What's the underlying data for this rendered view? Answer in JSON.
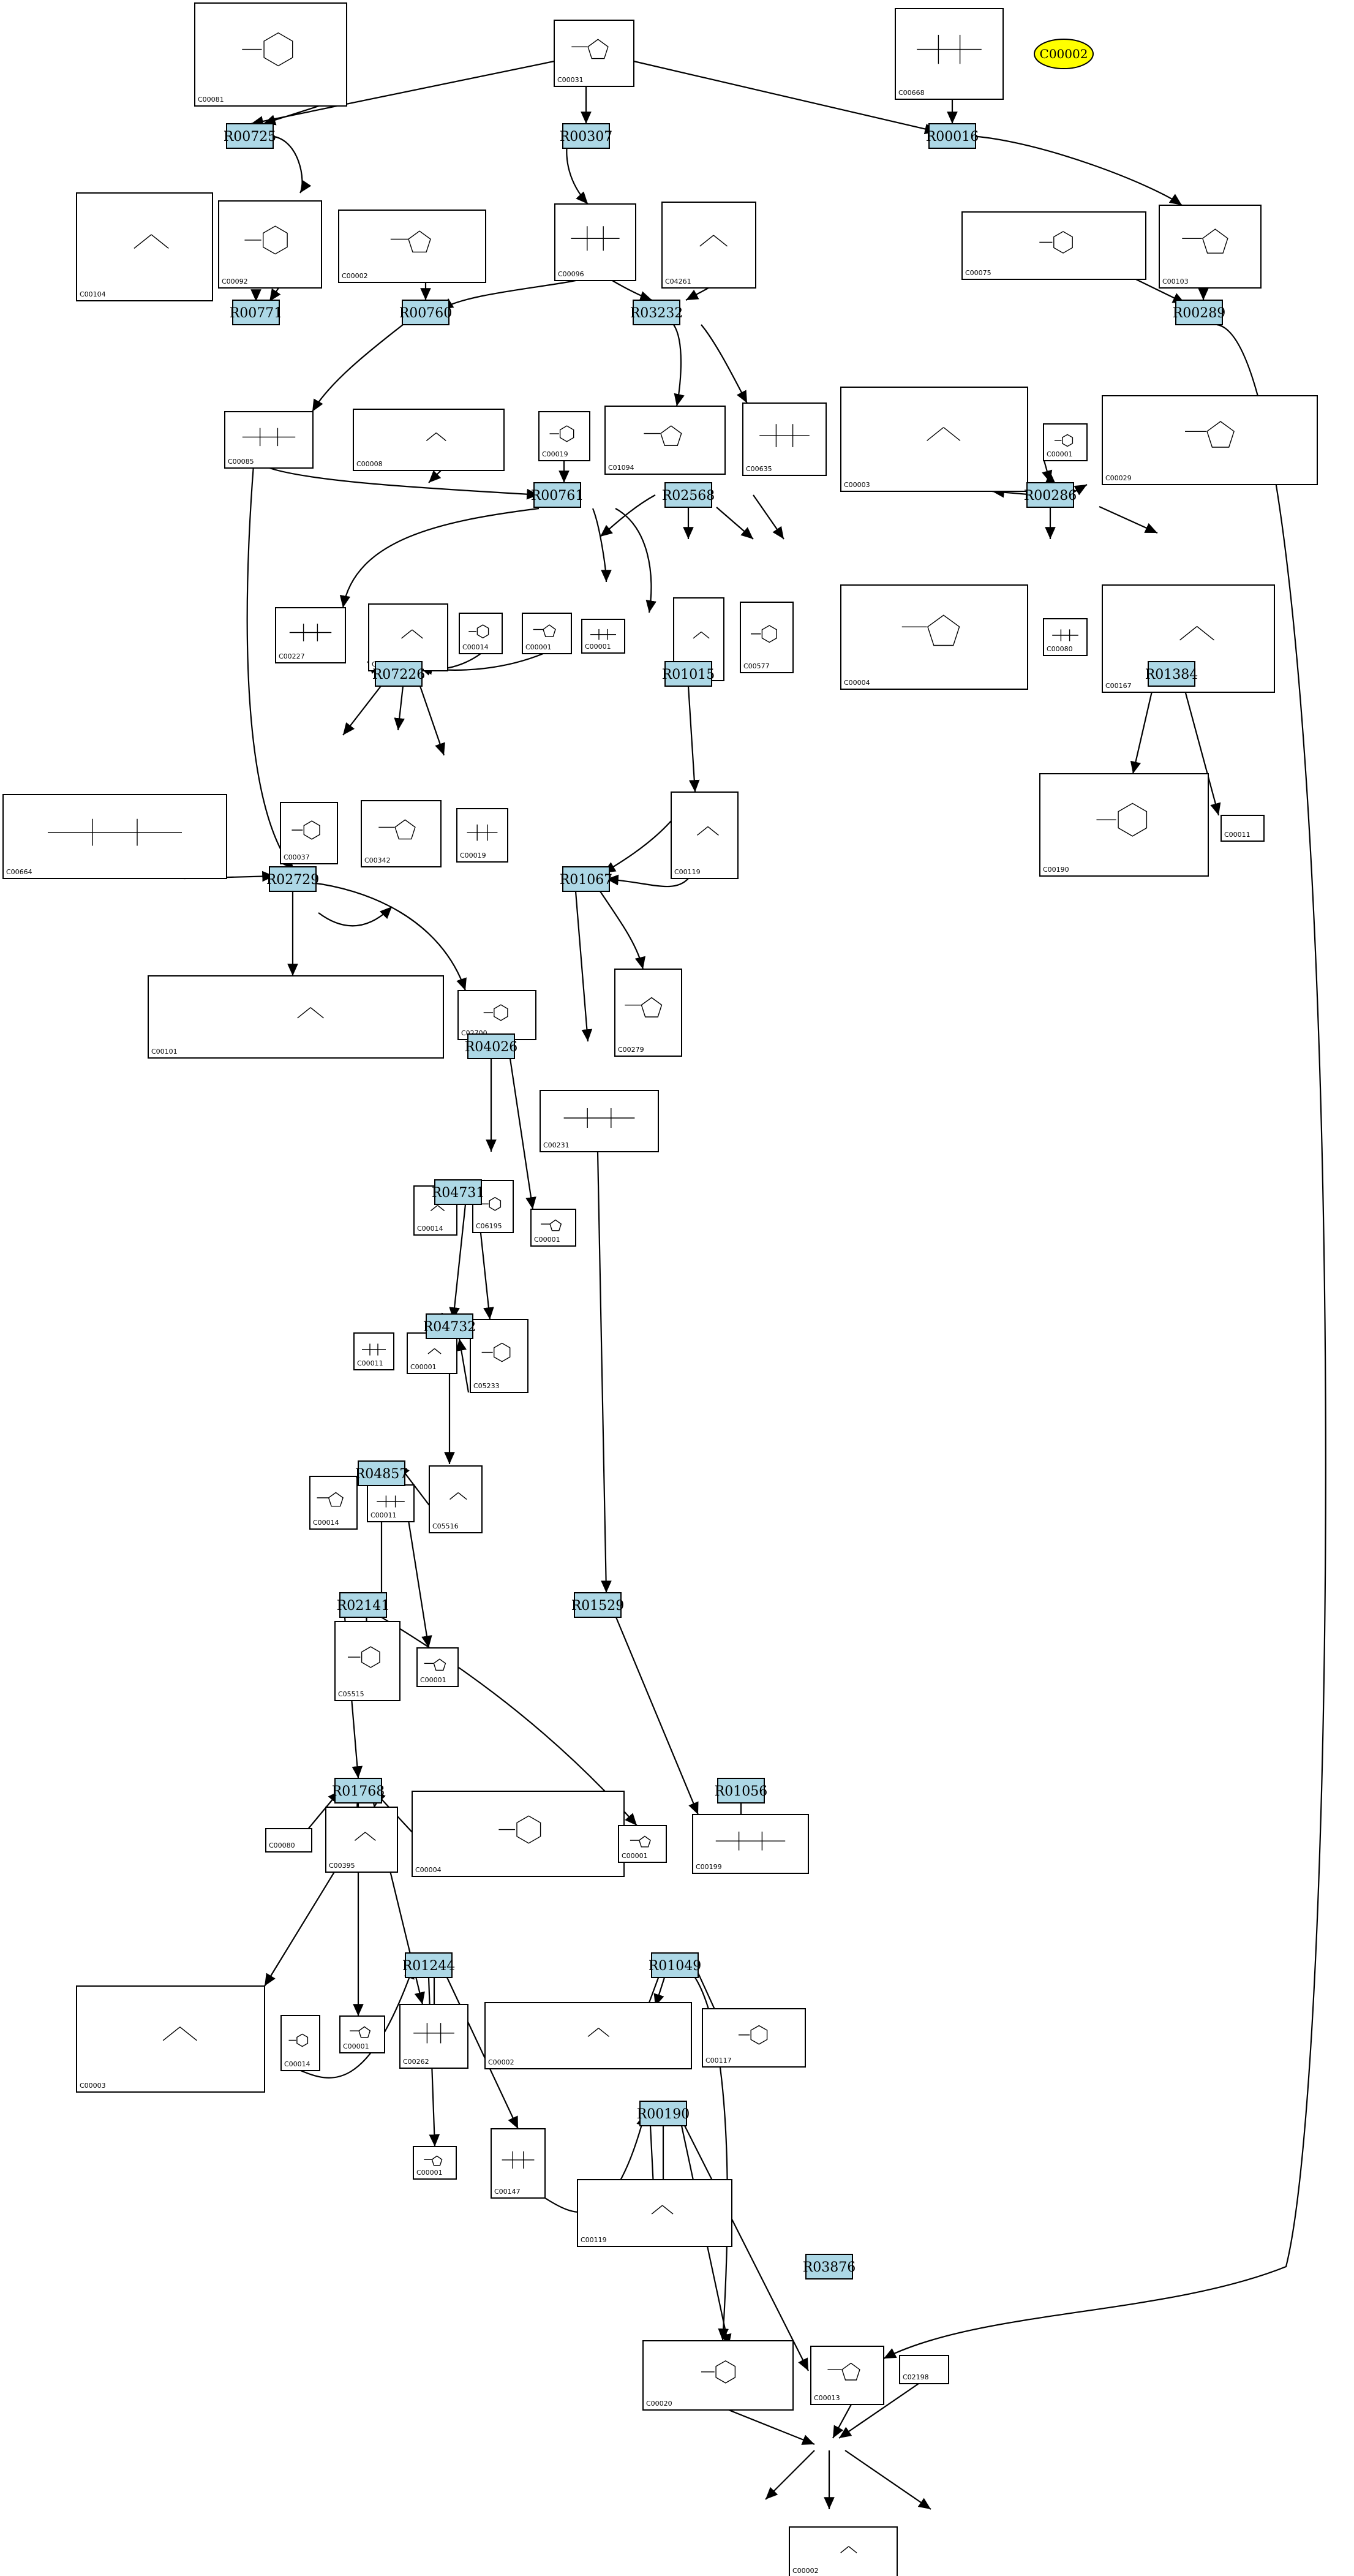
{
  "highlight": {
    "label": "C00002",
    "color": "#ffff00"
  },
  "colors": {
    "reaction_fill": "#add8e6",
    "compound_fill": "#ffffff",
    "stroke": "#000000"
  },
  "reactions": [
    "R00725",
    "R00307",
    "R00016",
    "R00771",
    "R00760",
    "R03232",
    "R00289",
    "R00761",
    "R02568",
    "R00286",
    "R07226",
    "R01015",
    "R01384",
    "R02729",
    "R01067",
    "R04026",
    "R04731",
    "R04732",
    "R04857",
    "R02141",
    "R01529",
    "R01768",
    "R01056",
    "R01244",
    "R01049",
    "R00190",
    "R03876"
  ],
  "compounds": [
    "C00081",
    "C00031",
    "C00668",
    "C00104",
    "C00092",
    "C00002",
    "C00096",
    "C04261",
    "C00075",
    "C00103",
    "C00085",
    "C00008",
    "C00019",
    "C01094",
    "C00635",
    "C00003",
    "C00001",
    "C00029",
    "C00227",
    "C00343",
    "C00014",
    "C00001",
    "C00001",
    "C00111",
    "C00577",
    "C00004",
    "C00080",
    "C00167",
    "C00037",
    "C00342",
    "C00019",
    "C00119",
    "C00190",
    "C00011",
    "C00664",
    "C00101",
    "C02700",
    "C00279",
    "C00231",
    "C00014",
    "C06195",
    "C00001",
    "C00011",
    "C00001",
    "C05233",
    "C00014",
    "C00011",
    "C05516",
    "C05515",
    "C00001",
    "C00080",
    "C00395",
    "C00004",
    "C00001",
    "C00199",
    "C00003",
    "C00014",
    "C00001",
    "C00262",
    "C00002",
    "C00117",
    "C00001",
    "C00147",
    "C00119",
    "C00020",
    "C00013",
    "C02198",
    "C00002"
  ]
}
